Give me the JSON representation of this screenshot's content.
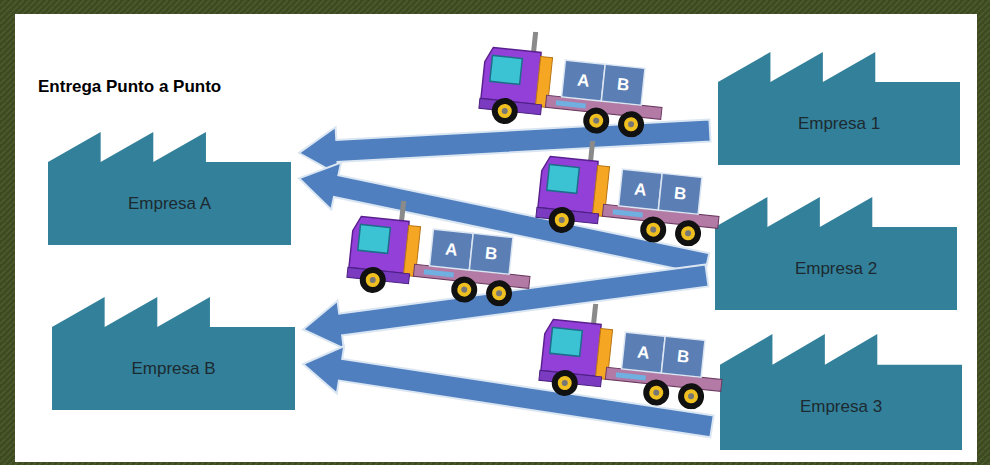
{
  "diagram": {
    "title": "Entrega Punto a Punto",
    "nodes": [
      {
        "text": [
          "Empresa A"
        ]
      },
      {
        "text": [
          "Empresa B"
        ]
      },
      {
        "text": [
          "Empresa 1"
        ]
      },
      {
        "text": [
          "Empresa 2"
        ]
      },
      {
        "text": [
          "Empresa 3"
        ]
      }
    ],
    "edges": [
      {
        "from": 2,
        "to": 0,
        "arrow": "to"
      },
      {
        "from": 3,
        "to": 0,
        "arrow": "to"
      },
      {
        "from": 3,
        "to": 1,
        "arrow": "to"
      },
      {
        "from": 4,
        "to": 1,
        "arrow": "to"
      }
    ],
    "labels": [
      "A",
      "B",
      "A",
      "B",
      "A",
      "B",
      "A",
      "B"
    ]
  }
}
